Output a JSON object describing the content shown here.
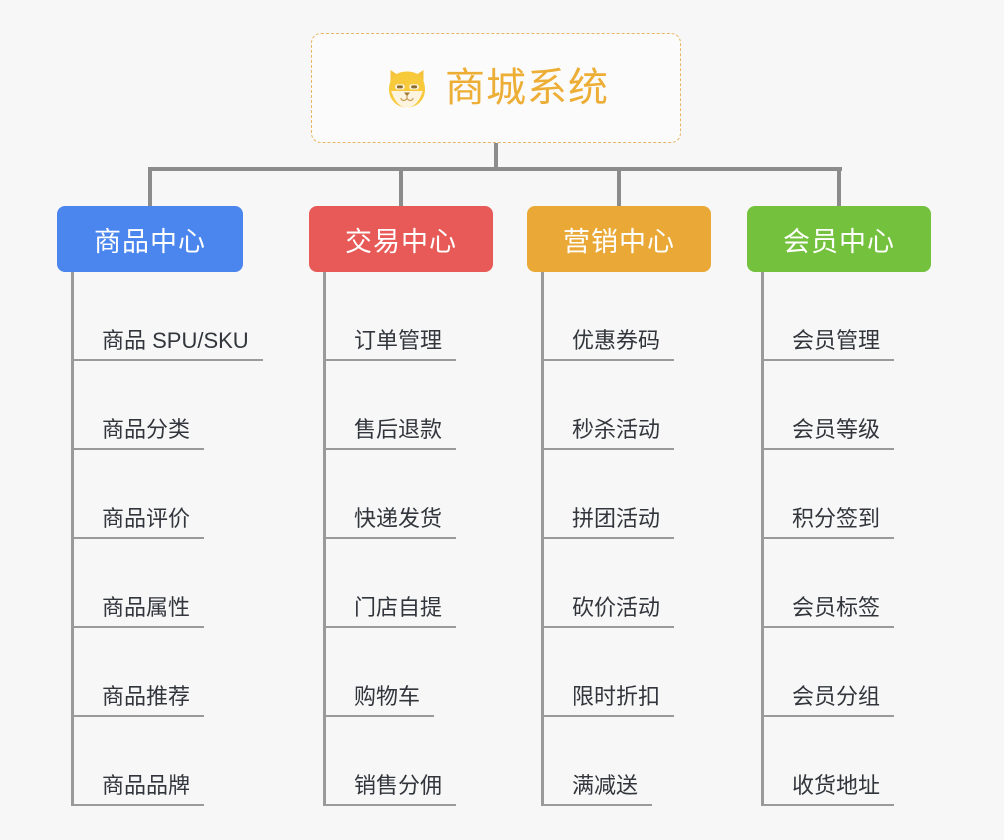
{
  "background_color": "#f7f7f7",
  "root": {
    "title": "商城系统",
    "icon": "shiba-dog-face-icon",
    "border_color": "#e8b562",
    "text_color": "#edae36"
  },
  "connector": {
    "color": "#8c8c8c"
  },
  "columns": [
    {
      "id": "product-center",
      "label": "商品中心",
      "color": "#4a86ee",
      "items": [
        "商品 SPU/SKU",
        "商品分类",
        "商品评价",
        "商品属性",
        "商品推荐",
        "商品品牌"
      ]
    },
    {
      "id": "trade-center",
      "label": "交易中心",
      "color": "#e85a57",
      "items": [
        "订单管理",
        "售后退款",
        "快递发货",
        "门店自提",
        "购物车",
        "销售分佣"
      ]
    },
    {
      "id": "marketing-center",
      "label": "营销中心",
      "color": "#eaa937",
      "items": [
        "优惠券码",
        "秒杀活动",
        "拼团活动",
        "砍价活动",
        "限时折扣",
        "满减送"
      ]
    },
    {
      "id": "member-center",
      "label": "会员中心",
      "color": "#73c13d",
      "items": [
        "会员管理",
        "会员等级",
        "积分签到",
        "会员标签",
        "会员分组",
        "收货地址"
      ]
    }
  ]
}
